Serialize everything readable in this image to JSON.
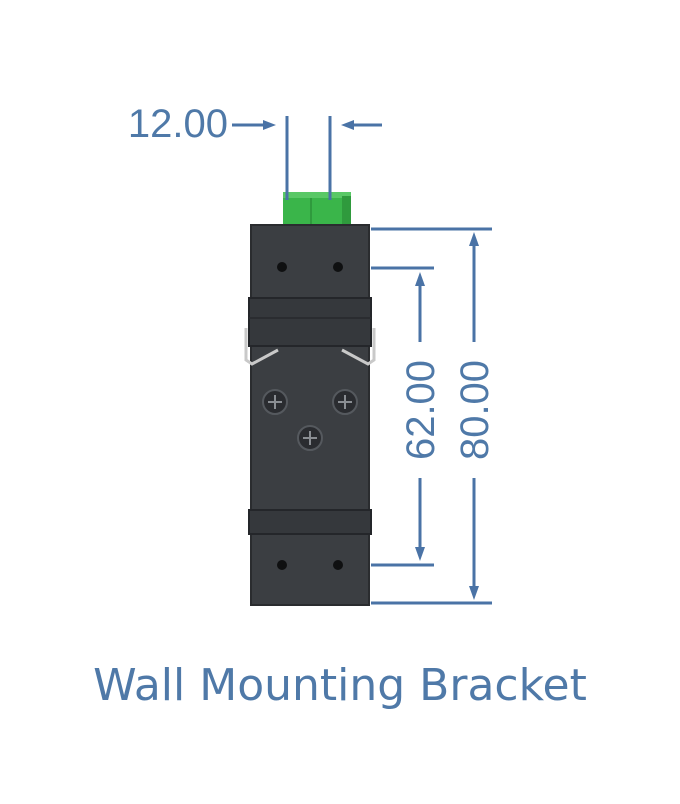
{
  "caption": "Wall Mounting Bracket",
  "dimensions": {
    "width_top": "12.00",
    "hole_spacing": "62.00",
    "overall_height": "80.00"
  },
  "colors": {
    "dimension_line": "#4a73a6",
    "dimension_text": "#4f79a8",
    "body": "#3b3e42",
    "body_edge": "#2a2c2f",
    "connector": "#3ab54a",
    "clip": "#c9c9c9"
  }
}
